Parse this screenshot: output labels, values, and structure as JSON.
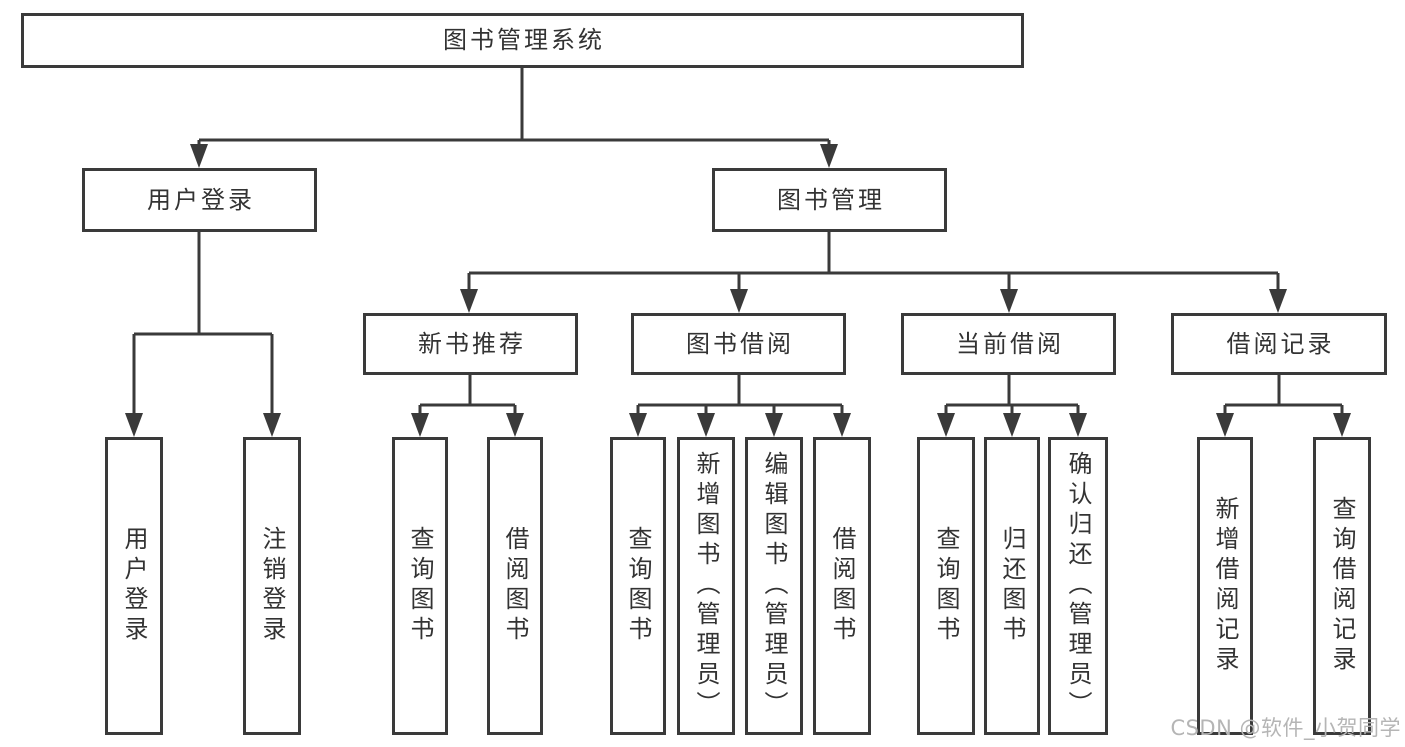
{
  "diagram_title": "图书管理系统",
  "nodes": {
    "root": {
      "label": "图书管理系统"
    },
    "user_login": {
      "label": "用户登录",
      "children": [
        {
          "label": "用户登录"
        },
        {
          "label": "注销登录"
        }
      ]
    },
    "book_management": {
      "label": "图书管理",
      "children": [
        {
          "label": "新书推荐",
          "children": [
            {
              "label": "查询图书"
            },
            {
              "label": "借阅图书"
            }
          ]
        },
        {
          "label": "图书借阅",
          "children": [
            {
              "label": "查询图书"
            },
            {
              "label": "新增图书（管理员）"
            },
            {
              "label": "编辑图书（管理员）"
            },
            {
              "label": "借阅图书"
            }
          ]
        },
        {
          "label": "当前借阅",
          "children": [
            {
              "label": "查询图书"
            },
            {
              "label": "归还图书"
            },
            {
              "label": "确认归还（管理员）"
            }
          ]
        },
        {
          "label": "借阅记录",
          "children": [
            {
              "label": "新增借阅记录"
            },
            {
              "label": "查询借阅记录"
            }
          ]
        }
      ]
    }
  },
  "watermark": {
    "text": "CSDN @软件_小贺同学"
  },
  "colors": {
    "line": "#3a3a3a",
    "text": "#333333",
    "watermark": "#b5b5b5",
    "box_bg": "#ffffff"
  }
}
